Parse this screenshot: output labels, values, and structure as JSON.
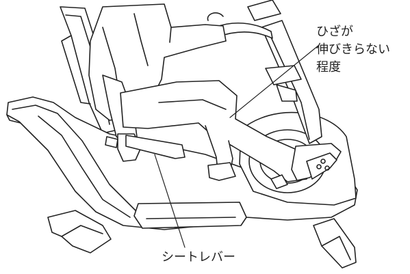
{
  "callouts": {
    "knee": {
      "lines": [
        "ひざが",
        "伸びきらない",
        "程度"
      ]
    },
    "seat_lever": {
      "label": "シートレバー"
    }
  },
  "colors": {
    "line": "#222222",
    "background": "#ffffff"
  }
}
